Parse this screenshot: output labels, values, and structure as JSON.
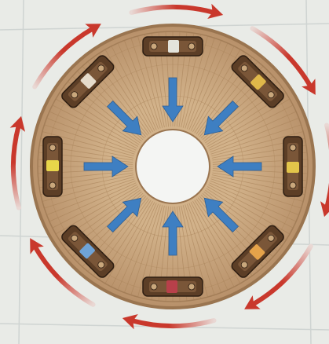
{
  "colors": {
    "background": "#e9ebe7",
    "grid_line": "#cfd4d2",
    "platform_fill": "#c8a67c",
    "platform_ring": "#9a7550",
    "plank_line": "#a78158",
    "hole_fill": "#f4f5f3",
    "inward_arrow": "#3e7fc2",
    "rotation_arrow": "#c9382c",
    "rotation_arrow_fade": "#e9d8d4",
    "token_body": "#5c3e26",
    "token_outline": "#2e1e12"
  },
  "icons": {
    "inward_arrow": "arrow-icon",
    "rotation_arrow": "curved-arrow-icon",
    "token": "bed-token-icon"
  },
  "diagram": {
    "direction_of_rotation": "clockwise",
    "inward_arrow_count": 8,
    "rotation_arrow_count": 8,
    "token_count": 8,
    "tokens": [
      {
        "stripe_color": "#e4e4dc"
      },
      {
        "stripe_color": "#e0b84a"
      },
      {
        "stripe_color": "#e3c54a"
      },
      {
        "stripe_color": "#e6a34a"
      },
      {
        "stripe_color": "#b8404a"
      },
      {
        "stripe_color": "#6fa3d6"
      },
      {
        "stripe_color": "#e8d64a"
      },
      {
        "stripe_color": "#e6dccc"
      }
    ]
  }
}
